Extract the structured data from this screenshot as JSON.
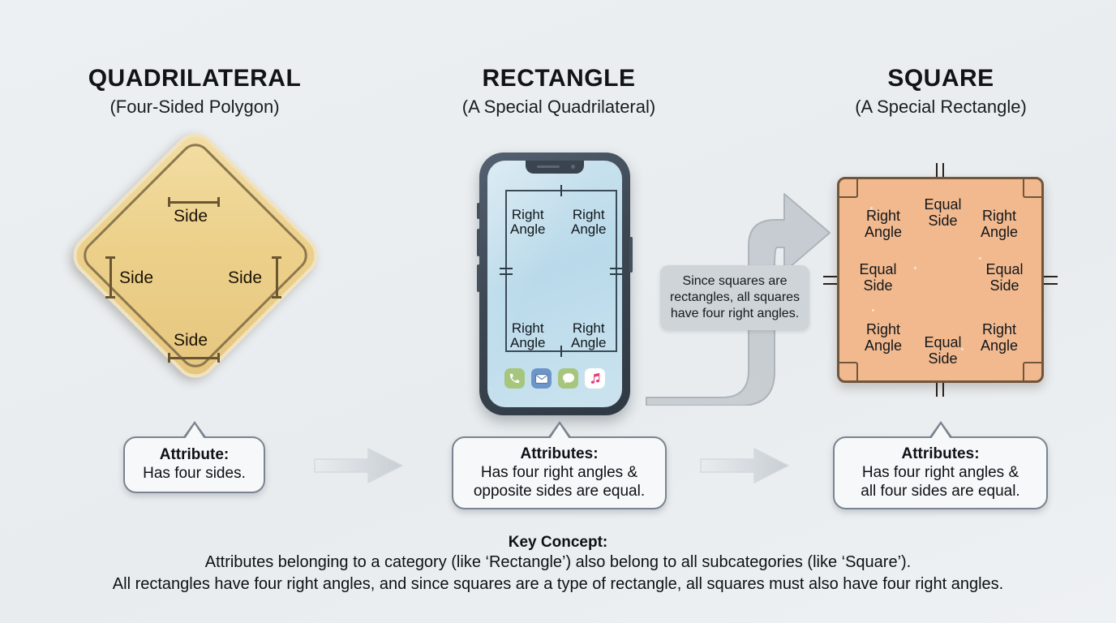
{
  "background_color": "#eceff2",
  "columns": [
    {
      "title": "QUADRILATERAL",
      "subtitle": "(Four-Sided Polygon)"
    },
    {
      "title": "RECTANGLE",
      "subtitle": "(A Special Quadrilateral)"
    },
    {
      "title": "SQUARE",
      "subtitle": "(A Special Rectangle)"
    }
  ],
  "quadrilateral": {
    "shape": "diamond-road-sign",
    "fill_color": "#ecd08a",
    "border_color": "#8d7750",
    "labels": {
      "top": "Side",
      "left": "Side",
      "right": "Side",
      "bottom": "Side"
    }
  },
  "rectangle": {
    "shape": "smartphone",
    "screen_color": "#c2dfed",
    "body_color": "#3c4752",
    "labels": {
      "top_left": "Right\nAngle",
      "top_right": "Right\nAngle",
      "bottom_left": "Right\nAngle",
      "bottom_right": "Right\nAngle"
    },
    "label_lines": {
      "first": "Right",
      "second": "Angle"
    },
    "dock_icons": [
      "phone-icon",
      "mail-icon",
      "message-icon",
      "music-icon"
    ]
  },
  "square": {
    "shape": "square",
    "fill_color": "#f2b98e",
    "border_color": "#6f563c",
    "angle_label_lines": {
      "first": "Right",
      "second": "Angle"
    },
    "side_label_lines": {
      "first": "Equal",
      "second": "Side"
    },
    "corner_labels": [
      "Right Angle",
      "Right Angle",
      "Right Angle",
      "Right Angle"
    ],
    "side_labels": [
      "Equal Side",
      "Equal Side",
      "Equal Side",
      "Equal Side"
    ]
  },
  "curved_note": {
    "text": "Since squares are rectangles, all squares have four right angles.",
    "background_color": "#cfd4d8",
    "arrow_color": "#c3c9ce"
  },
  "attribute_bubbles": [
    {
      "title": "Attribute:",
      "line1": "Has four sides.",
      "line2": ""
    },
    {
      "title": "Attributes:",
      "line1": "Has four right angles &",
      "line2": "opposite sides are equal."
    },
    {
      "title": "Attributes:",
      "line1": "Has four right angles &",
      "line2": "all four sides are equal."
    }
  ],
  "flow_arrows": [
    {
      "name": "arrow-quad-to-rect",
      "direction": "right"
    },
    {
      "name": "arrow-rect-to-square",
      "direction": "right"
    }
  ],
  "key_concept": {
    "title": "Key Concept:",
    "line1": "Attributes belonging to a category (like ‘Rectangle’) also belong to all subcategories (like ‘Square’).",
    "line2": "All rectangles have four right angles, and since squares are a type of rectangle, all squares must also have four right angles."
  }
}
